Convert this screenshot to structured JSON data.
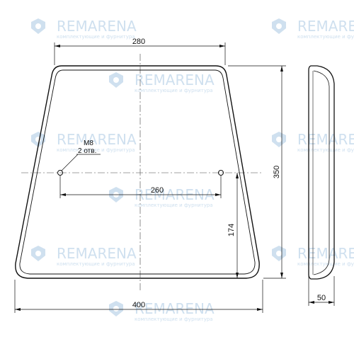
{
  "watermark": {
    "brand": "REMARENA",
    "tagline": "комплектующие и фурнитура",
    "color": "#cfe0ef"
  },
  "dimensions": {
    "top_width": "280",
    "bottom_width": "400",
    "height": "350",
    "hole_spacing": "260",
    "hole_height": "174",
    "thickness": "50"
  },
  "callout": {
    "thread": "M8",
    "holes": "2 отв."
  }
}
